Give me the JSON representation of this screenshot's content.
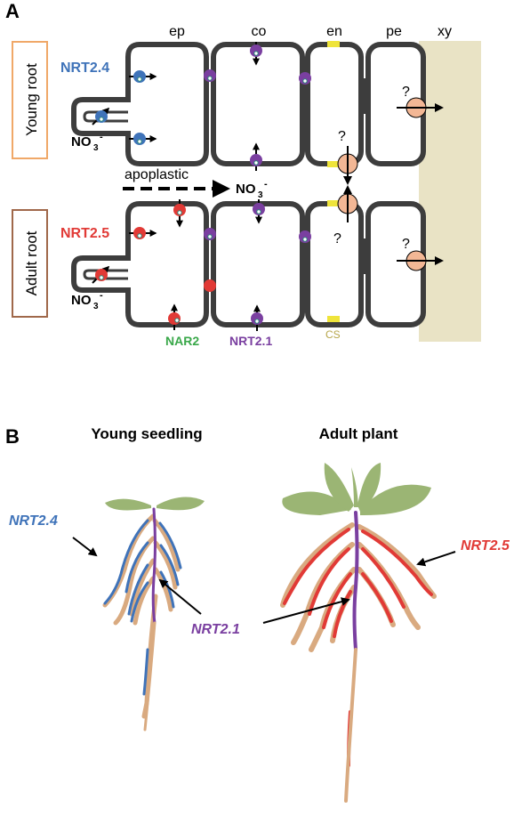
{
  "panel_a": {
    "letter": "A",
    "layers": {
      "ep": "ep",
      "co": "co",
      "en": "en",
      "pe": "pe",
      "xy": "xy"
    },
    "young_root_label": "Young root",
    "adult_root_label": "Adult root",
    "nrt24_label": "NRT2.4",
    "nrt25_label": "NRT2.5",
    "nar2_label": "NAR2",
    "nrt21_label": "NRT2.1",
    "cs_label": "CS",
    "apoplastic_label": "apoplastic",
    "nitrate_main": "NO",
    "nitrate_sub": "3",
    "nitrate_sup": "-",
    "question_mark": "?"
  },
  "panel_b": {
    "letter": "B",
    "young_title": "Young seedling",
    "adult_title": "Adult plant",
    "nrt24_label": "NRT2.4",
    "nrt21_label": "NRT2.1",
    "nrt25_label": "NRT2.5"
  },
  "colors": {
    "membrane": "#3d3d3d",
    "xylem": "#e9e3c5",
    "nrt24_blue": "#3f73b9",
    "nrt25_red": "#e13a36",
    "nrt21_purple": "#7a3fa0",
    "nar2_green": "#3aa84a",
    "cs_yellow": "#efe43a",
    "cs_text": "#b7a64a",
    "unknown_transporter": "#f3b795",
    "young_box": "#f0a868",
    "adult_box": "#a0684a",
    "root_tan": "#d9aa80",
    "leaf_green": "#9bb574"
  }
}
